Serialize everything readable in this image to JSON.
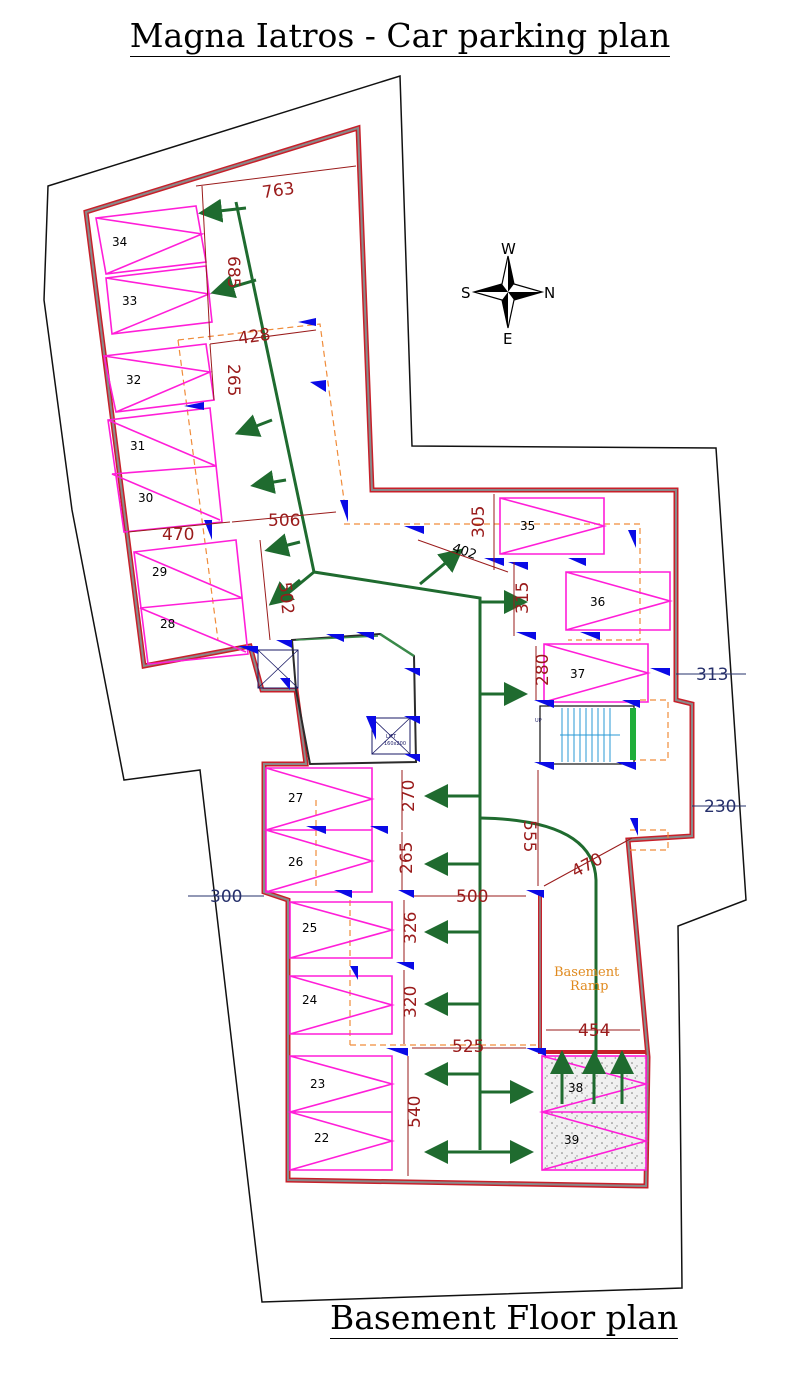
{
  "title": "Magna Iatros - Car parking plan",
  "subtitle": "Basement Floor plan",
  "compass": {
    "top": "W",
    "left": "S",
    "right": "N",
    "bottom": "E"
  },
  "ramp_label": [
    "Basement",
    "Ramp"
  ],
  "lift_label": [
    "LIFT",
    "160x200"
  ],
  "stair_label": "UP",
  "parking_slots": [
    "34",
    "33",
    "32",
    "31",
    "30",
    "29",
    "28",
    "35",
    "36",
    "37",
    "27",
    "26",
    "25",
    "24",
    "23",
    "22",
    "38",
    "39"
  ],
  "dimensions": [
    "763",
    "685",
    "428",
    "265",
    "470",
    "506",
    "502",
    "305",
    "402",
    "315",
    "280",
    "313",
    "230",
    "270",
    "265",
    "555",
    "470",
    "500",
    "300",
    "326",
    "320",
    "525",
    "454",
    "540"
  ],
  "colors": {
    "wall": "#c8202a",
    "wall_fill": "#8a8a8a",
    "slot": "#ff1ed8",
    "arrow": "#1f6b2f",
    "dimension": "#9a1b1b",
    "boundary_dim": "#26306b",
    "dashed": "#f08c3a",
    "column": "#0a0ae6",
    "ramp": "#e08a1e"
  }
}
